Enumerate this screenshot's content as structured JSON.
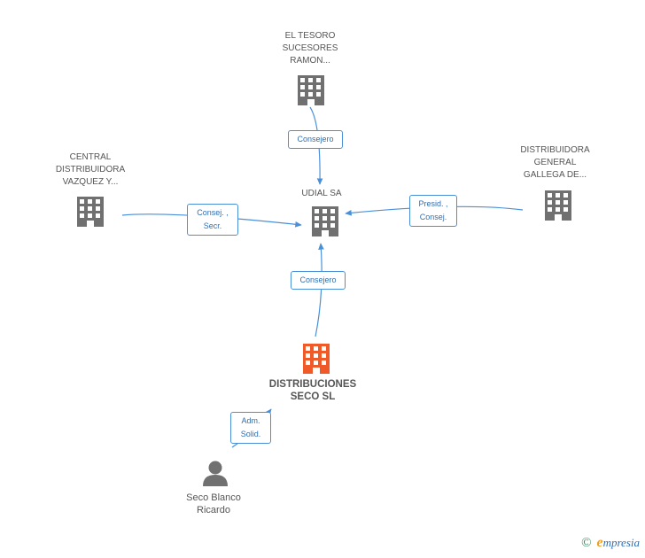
{
  "nodes": {
    "el_tesoro": {
      "lines": [
        "EL TESORO",
        "SUCESORES",
        "RAMON..."
      ]
    },
    "central": {
      "lines": [
        "CENTRAL",
        "DISTRIBUIDORA",
        "VAZQUEZ Y..."
      ]
    },
    "udial": {
      "lines": [
        "UDIAL SA"
      ]
    },
    "galicia": {
      "lines": [
        "DISTRIBUIDORA",
        "GENERAL",
        "GALLEGA DE..."
      ]
    },
    "main": {
      "lines": [
        "DISTRIBUCIONES",
        "SECO SL"
      ]
    },
    "person": {
      "lines": [
        "Seco Blanco",
        "Ricardo"
      ]
    }
  },
  "edges": {
    "tesoro_udial": {
      "lines": [
        "Consejero"
      ]
    },
    "central_udial": {
      "lines": [
        "Consej. ,",
        "Secr."
      ]
    },
    "galicia_udial": {
      "lines": [
        "Presid. ,",
        "Consej."
      ]
    },
    "main_udial": {
      "lines": [
        "Consejero"
      ]
    },
    "person_main": {
      "lines": [
        "Adm.",
        "Solid."
      ]
    }
  },
  "footer": {
    "copyright": "©",
    "brand_first": "e",
    "brand_rest": "mpresia"
  },
  "colors": {
    "building": "#707070",
    "main_building": "#f05a28",
    "edge": "#4a90d9"
  }
}
